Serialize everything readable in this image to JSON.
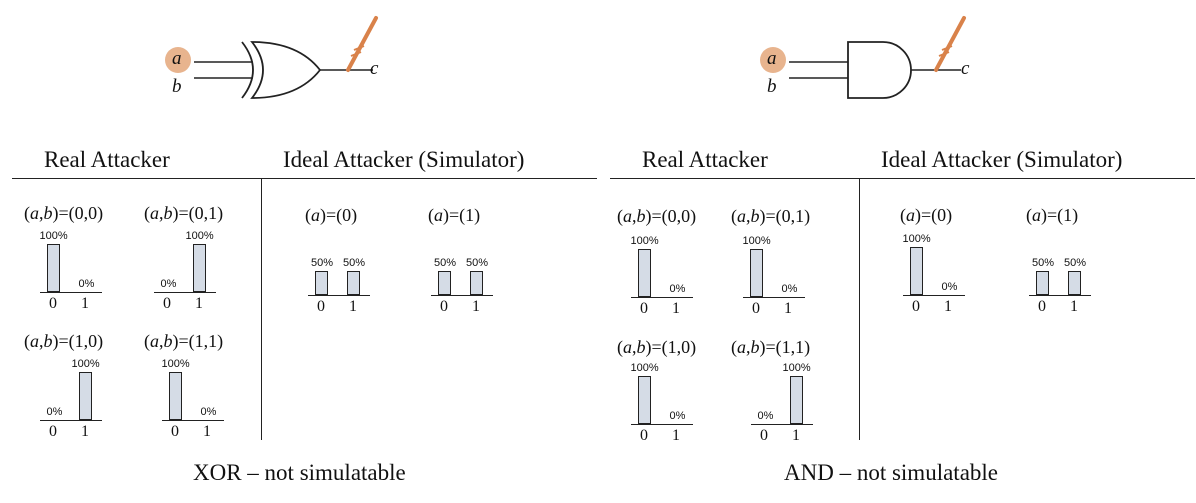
{
  "panels": [
    {
      "gate": "xor",
      "inputs": [
        "a",
        "b"
      ],
      "output": "c",
      "real_title": "Real Attacker",
      "ideal_title": "Ideal Attacker (Simulator)",
      "caption": "XOR – not simulatable",
      "real_cases": [
        {
          "label": "(a,b)=(0,0)",
          "values": [
            100,
            0
          ]
        },
        {
          "label": "(a,b)=(0,1)",
          "values": [
            0,
            100
          ]
        },
        {
          "label": "(a,b)=(1,0)",
          "values": [
            0,
            100
          ]
        },
        {
          "label": "(a,b)=(1,1)",
          "values": [
            100,
            0
          ]
        }
      ],
      "ideal_cases": [
        {
          "label": "(a)=(0)",
          "values": [
            50,
            50
          ]
        },
        {
          "label": "(a)=(1)",
          "values": [
            50,
            50
          ]
        }
      ]
    },
    {
      "gate": "and",
      "inputs": [
        "a",
        "b"
      ],
      "output": "c",
      "real_title": "Real Attacker",
      "ideal_title": "Ideal Attacker (Simulator)",
      "caption": "AND – not simulatable",
      "real_cases": [
        {
          "label": "(a,b)=(0,0)",
          "values": [
            100,
            0
          ]
        },
        {
          "label": "(a,b)=(0,1)",
          "values": [
            100,
            0
          ]
        },
        {
          "label": "(a,b)=(1,0)",
          "values": [
            100,
            0
          ]
        },
        {
          "label": "(a,b)=(1,1)",
          "values": [
            0,
            100
          ]
        }
      ],
      "ideal_cases": [
        {
          "label": "(a)=(0)",
          "values": [
            100,
            0
          ]
        },
        {
          "label": "(a)=(1)",
          "values": [
            50,
            50
          ]
        }
      ]
    }
  ],
  "tick_labels": [
    "0",
    "1"
  ],
  "percent_suffix": "%",
  "colors": {
    "bar_fill": "#d5dce6",
    "probe": "#d9824a",
    "input_highlight": "#e8b48e"
  }
}
